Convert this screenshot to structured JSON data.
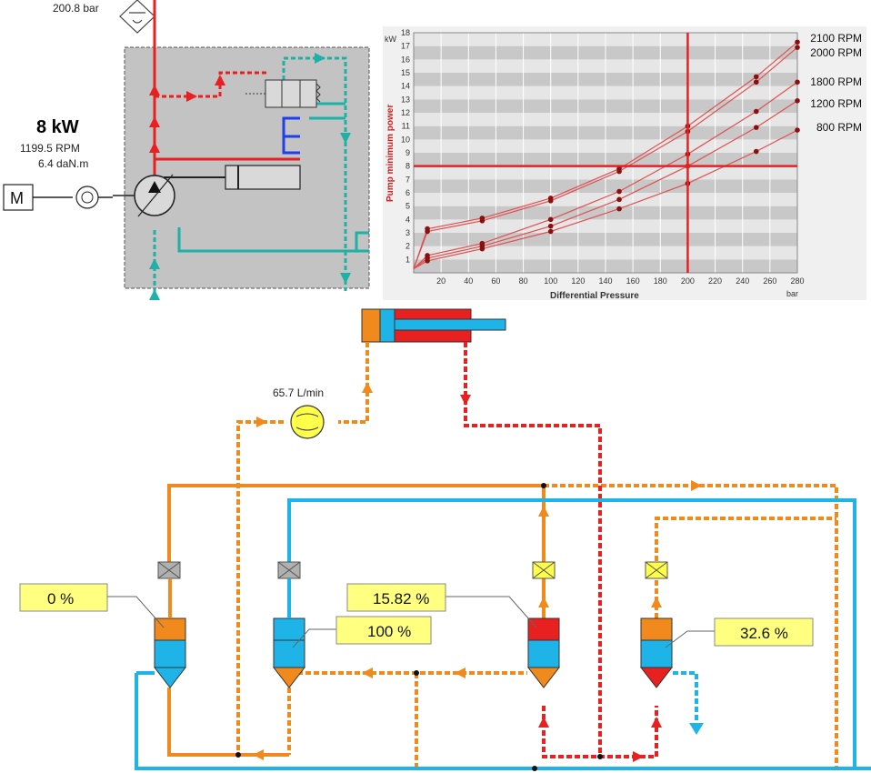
{
  "pump_panel": {
    "pressure_readout": "200.8 bar",
    "power_readout": "8 kW",
    "speed_readout": "1199.5 RPM",
    "torque_readout": "6.4 daN.m",
    "motor_symbol": "M"
  },
  "flow_meter": {
    "readout": "65.7 L/min"
  },
  "valves": [
    {
      "opening_label": "0 %"
    },
    {
      "opening_label": "100 %"
    },
    {
      "opening_label": "15.82 %"
    },
    {
      "opening_label": "32.6 %"
    }
  ],
  "colors": {
    "pressure_line": "#e82020",
    "return_line": "#f08a1c",
    "tank_line": "#1fb4e8",
    "pilot_line": "#1fb0a6",
    "label_box": "#ffff80",
    "panel_bg": "#c3c3c3"
  },
  "chart_data": {
    "type": "line",
    "xlabel": "Differential Pressure",
    "ylabel": "Pump minimum power",
    "x_unit": "bar",
    "y_unit": "kW",
    "xlim": [
      0,
      280
    ],
    "ylim": [
      0,
      18
    ],
    "x_ticks": [
      20,
      40,
      60,
      80,
      100,
      120,
      140,
      160,
      180,
      200,
      220,
      240,
      260,
      280
    ],
    "y_ticks": [
      1,
      2,
      3,
      4,
      5,
      6,
      7,
      8,
      9,
      10,
      11,
      12,
      13,
      14,
      15,
      16,
      17,
      18
    ],
    "grid": "horizontal bands",
    "crosshair": {
      "x": 200,
      "y": 8
    },
    "series": [
      {
        "name": "2100 RPM",
        "x": [
          0,
          10,
          50,
          100,
          150,
          200,
          250,
          280
        ],
        "y": [
          0.3,
          3.3,
          4.1,
          5.6,
          7.8,
          11.0,
          14.7,
          17.3
        ]
      },
      {
        "name": "2000 RPM",
        "x": [
          0,
          10,
          50,
          100,
          150,
          200,
          250,
          280
        ],
        "y": [
          0.3,
          3.1,
          3.9,
          5.4,
          7.6,
          10.6,
          14.3,
          16.9
        ]
      },
      {
        "name": "1800 RPM",
        "x": [
          0,
          10,
          50,
          100,
          150,
          200,
          250,
          280
        ],
        "y": [
          0.3,
          1.3,
          2.2,
          4.0,
          6.1,
          8.9,
          12.1,
          14.3
        ]
      },
      {
        "name": "1200 RPM",
        "x": [
          0,
          10,
          50,
          100,
          150,
          200,
          250,
          280
        ],
        "y": [
          0.3,
          1.1,
          2.0,
          3.5,
          5.5,
          8.0,
          10.9,
          12.9
        ]
      },
      {
        "name": "800 RPM",
        "x": [
          0,
          10,
          50,
          100,
          150,
          200,
          250,
          280
        ],
        "y": [
          0.3,
          0.9,
          1.8,
          3.1,
          4.8,
          6.7,
          9.1,
          10.7
        ]
      }
    ]
  }
}
